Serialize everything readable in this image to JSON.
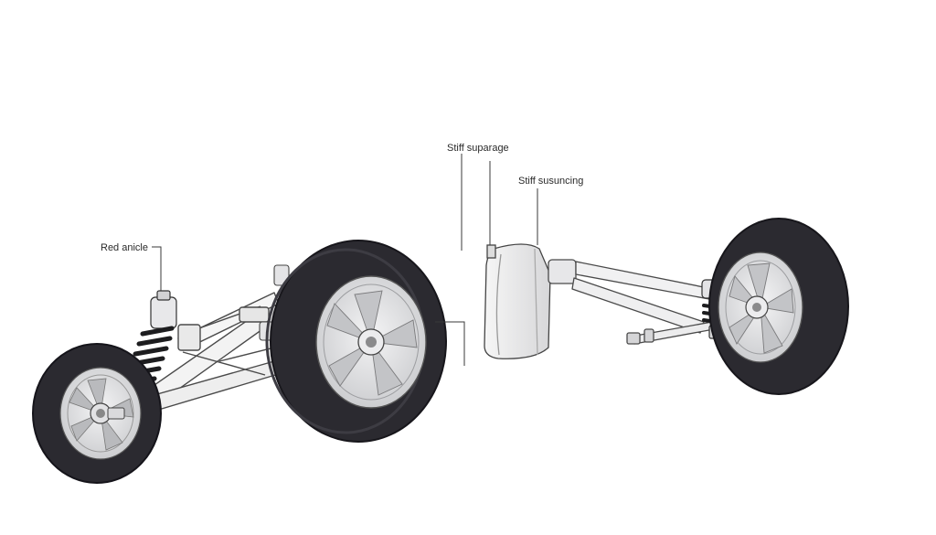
{
  "labels": {
    "red_anicle": "Red anicle",
    "stiff_suparage": "Stiff suparage",
    "stiff_susuncing": "Stiff susuncing"
  },
  "colors": {
    "tire": "#2b2a30",
    "tire_dark": "#1c1b20",
    "rim": "#d9dadd",
    "rim_light": "#eeeff1",
    "line": "#3a3a3a",
    "background": "#ffffff"
  }
}
